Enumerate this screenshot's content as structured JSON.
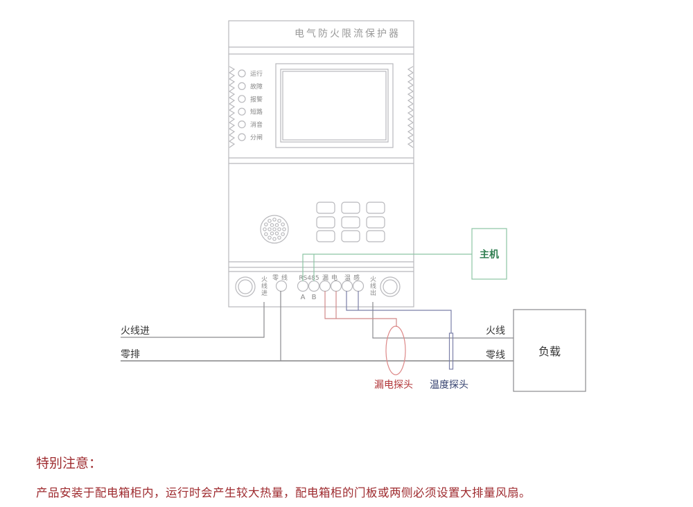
{
  "device": {
    "title": "电气防火限流保护器",
    "indicators": [
      "运行",
      "故障",
      "报警",
      "短路",
      "消音",
      "分闸"
    ],
    "terminals": {
      "live_in": "火线进",
      "neutral": "零线",
      "rs485": "RS485",
      "rs485_a": "A",
      "rs485_b": "B",
      "leakage": "漏电",
      "temperature": "温感",
      "live_out": "火线出"
    }
  },
  "host": {
    "label": "主机"
  },
  "load": {
    "label": "负载"
  },
  "wires": {
    "live_in": "火线进",
    "neutral_bar": "零排",
    "live": "火线",
    "neutral": "零线"
  },
  "probes": {
    "leakage": "漏电探头",
    "temperature": "温度探头"
  },
  "note": {
    "title": "特别注意：",
    "body": "产品安装于配电箱柜内，运行时会产生较大热量，配电箱柜的门板或两侧必须设置大排量风扇。"
  },
  "colors": {
    "leak": "#c0393b",
    "temp": "#3a4a7a",
    "host": "#2e7d4f",
    "note": "#9e2a2e"
  }
}
